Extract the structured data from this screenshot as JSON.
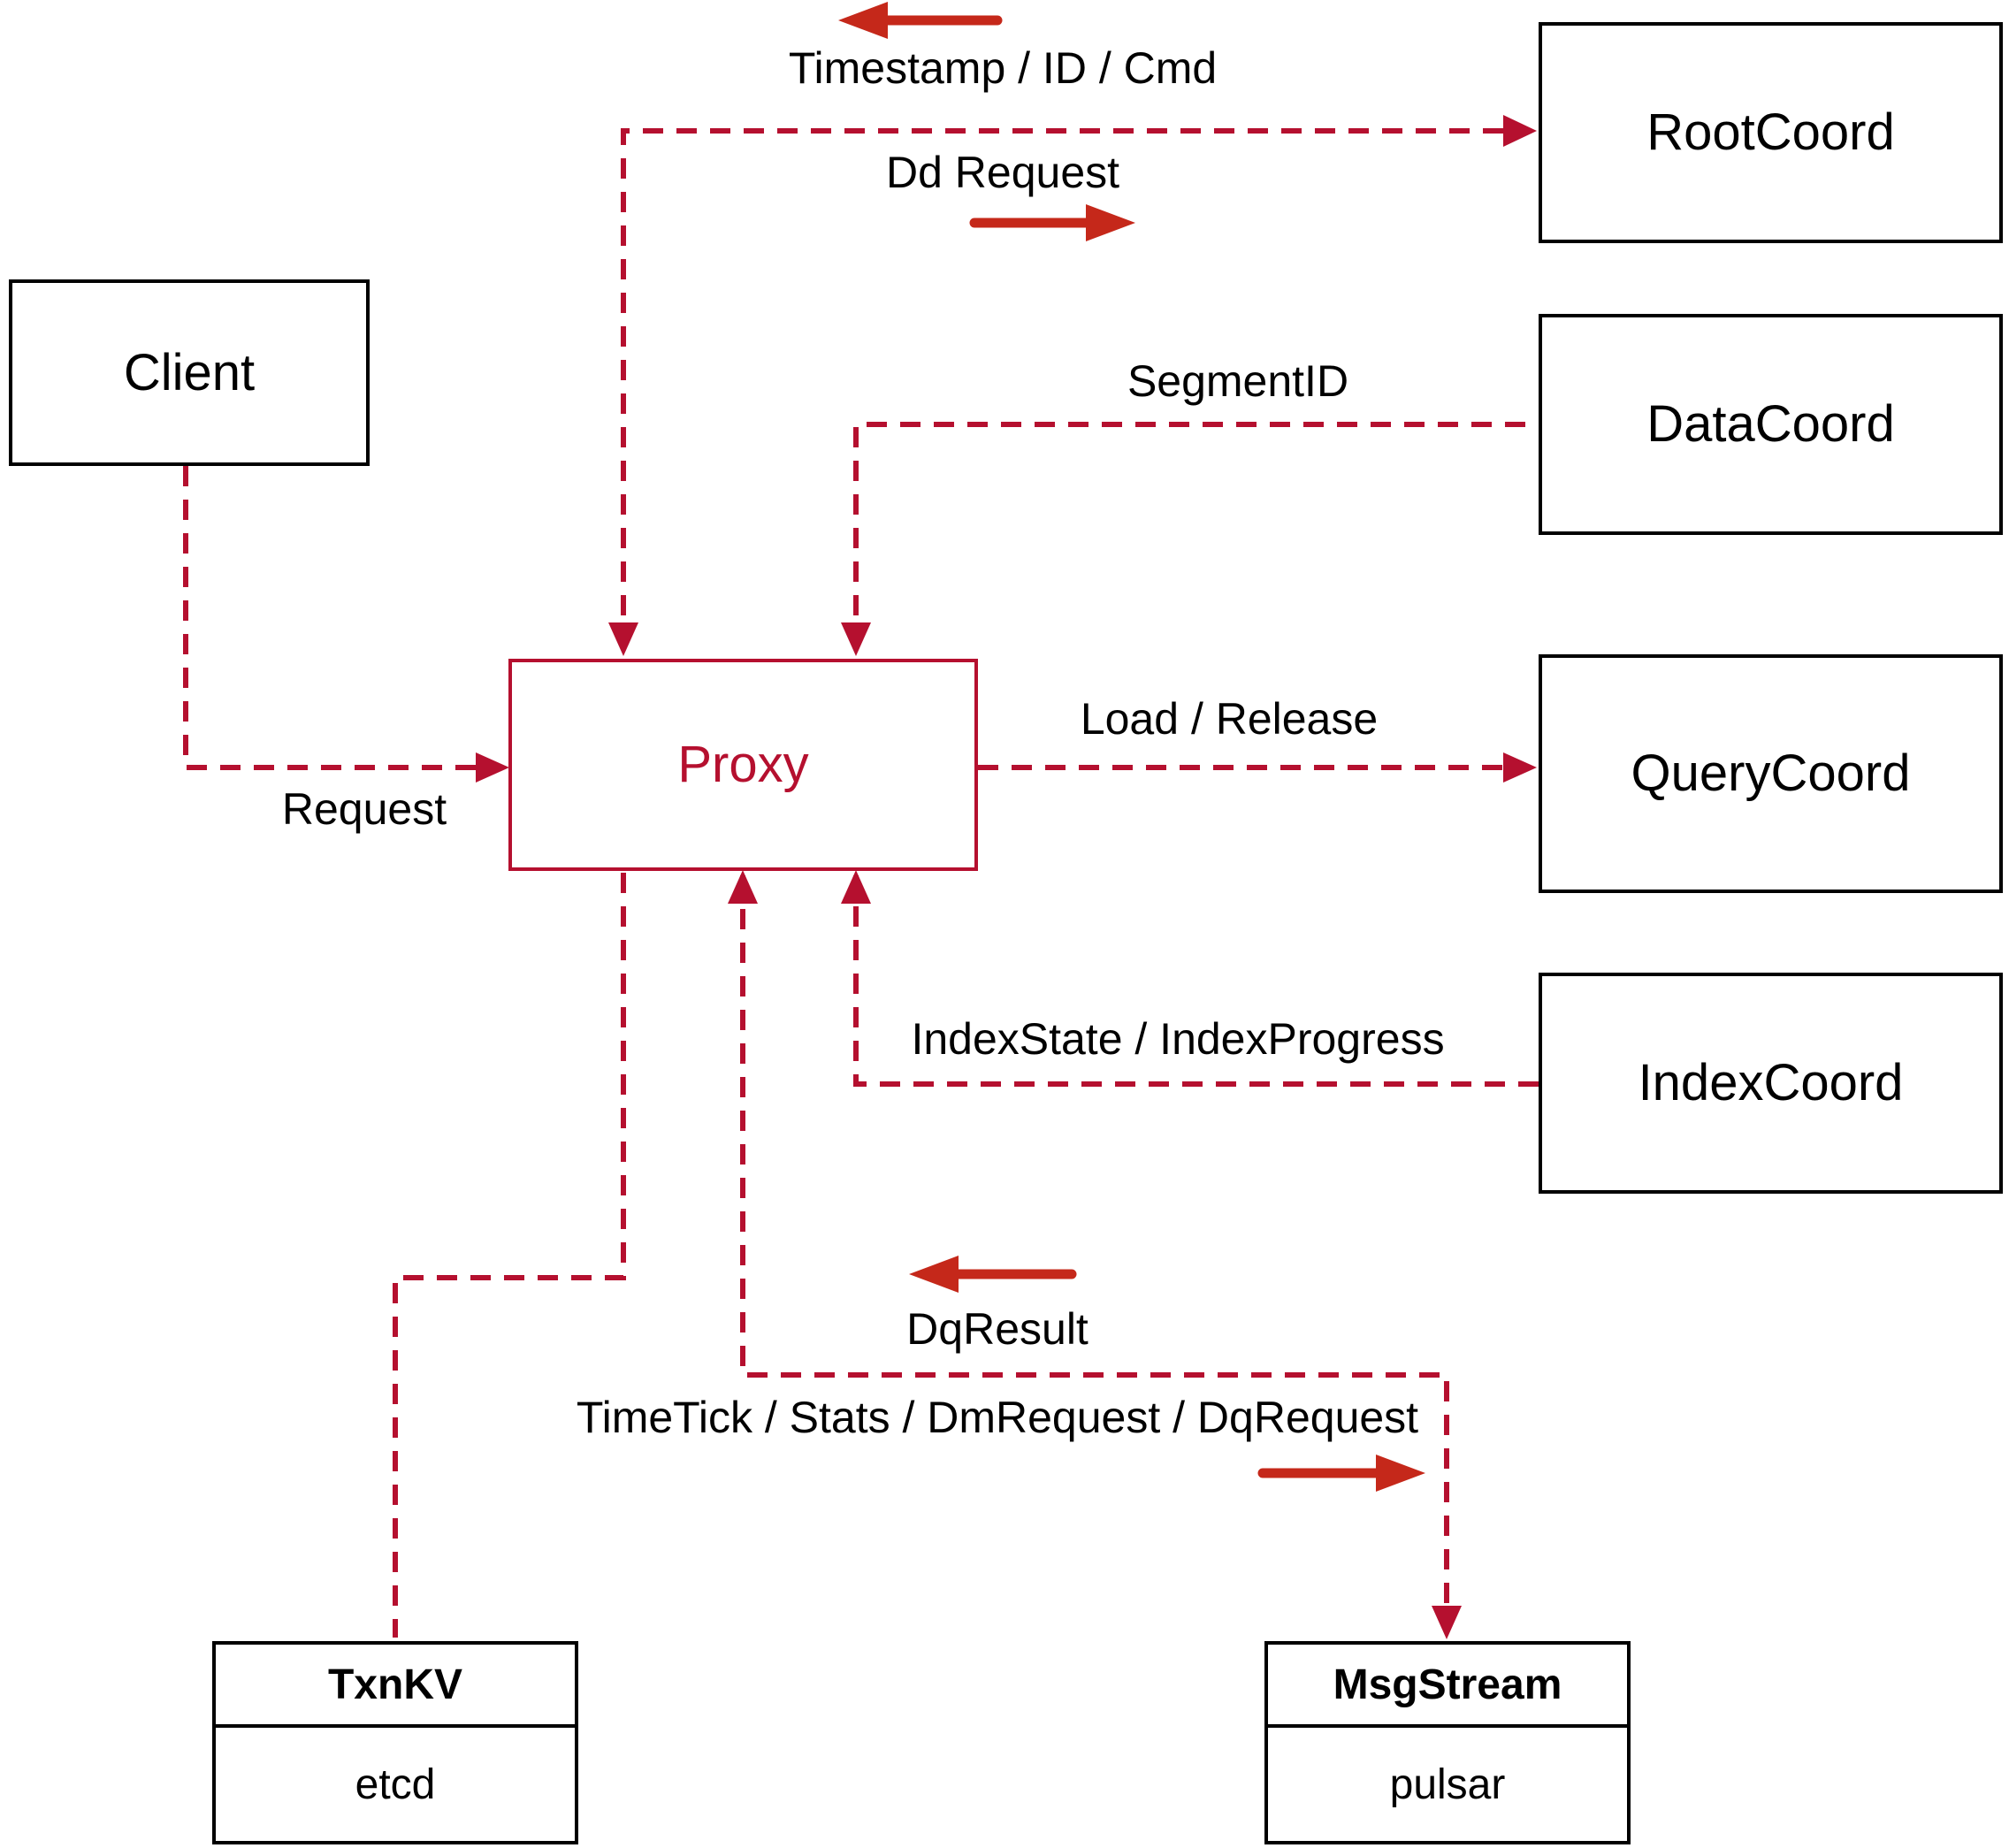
{
  "title": "Milvus Proxy interaction diagram",
  "colors": {
    "line_red": "#b5102f",
    "arrow_red": "#c5281a",
    "box_border": "#000000",
    "text_color": "#000000",
    "bg": "#ffffff"
  },
  "nodes": {
    "client": {
      "label": "Client"
    },
    "proxy": {
      "label": "Proxy"
    },
    "root_coord": {
      "label": "RootCoord"
    },
    "data_coord": {
      "label": "DataCoord"
    },
    "query_coord": {
      "label": "QueryCoord"
    },
    "index_coord": {
      "label": "IndexCoord"
    },
    "txn_kv": {
      "title": "TxnKV",
      "impl": "etcd"
    },
    "msg_stream": {
      "title": "MsgStream",
      "impl": "pulsar"
    }
  },
  "edge_labels": {
    "timestamp_id_cmd": "Timestamp / ID / Cmd",
    "dd_request": "Dd Request",
    "segment_id": "SegmentID",
    "load_release": "Load / Release",
    "request": "Request",
    "index_state_progress": "IndexState / IndexProgress",
    "dq_result": "DqResult",
    "timetick_stats": "TimeTick / Stats / DmRequest / DqRequest"
  },
  "edges": [
    {
      "name": "proxy-rootcoord",
      "style": "dashed",
      "arrows": [
        "into-proxy-top",
        "into-rootcoord"
      ]
    },
    {
      "name": "datacoord-proxy",
      "style": "dashed",
      "arrows": [
        "into-proxy-top"
      ]
    },
    {
      "name": "client-proxy",
      "style": "dashed",
      "arrows": [
        "into-proxy-left"
      ]
    },
    {
      "name": "proxy-querycoord",
      "style": "dashed",
      "arrows": [
        "into-querycoord"
      ]
    },
    {
      "name": "indexcoord-proxy",
      "style": "dashed",
      "arrows": [
        "into-proxy-bottom"
      ]
    },
    {
      "name": "proxy-txnkv",
      "style": "dashed",
      "arrows": []
    },
    {
      "name": "proxy-msgstream",
      "style": "dashed",
      "arrows": [
        "into-proxy-bottom",
        "into-msgstream"
      ]
    }
  ]
}
